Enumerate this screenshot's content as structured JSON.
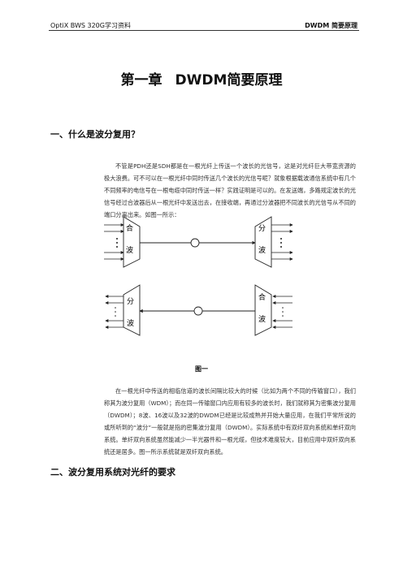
{
  "header": {
    "left": "OptiX BWS 320G学习资料",
    "right": "DWDM 简要原理"
  },
  "chapter": {
    "number": "第一章",
    "title": "DWDM简要原理"
  },
  "sections": [
    {
      "title": "一、什么是波分复用？"
    },
    {
      "title": "二、波分复用系统对光纤的要求"
    }
  ],
  "paragraphs": [
    "不管是PDH还是SDH都是在一根光纤上传送一个波长的光信号，这是对光纤巨大带宽资源的极大浪费。可不可以在一根光纤中同时传送几个波长的光信号呢？就象根据载波通信系统中有几个不同频率的电信号在一根电缆中同时传送一样？实践证明是可以的。在发送端，多路规定波长的光信号经过合波器后从一根光纤中发送出去，在接收端，再通过分波器把不同波长的光信号从不同的端口分离出来。如图一所示：",
    "在一根光纤中传送的相临信道的波长间隔比较大的时候（比如为两个不同的传输窗口），我们称其为波分复用（WDM）；而在同一传输窗口内应用有较多的波长时，我们就称其为密集波分复用（DWDM）；8波、16波以及32波的DWDM已经是比较成熟并开始大量应用，在我们平常所说的或所听到的“波分”一般就是指的密集波分复用（DWDM）。实际系统中有双纤双向系统和单纤双向系统。单纤双向系统虽然能减少一半光器件和一根光缆，但技术难度较大，目前应用中双纤双向系统还是居多。图一所示系统就是双纤双向系统。"
  ],
  "figure": {
    "caption": "图一",
    "blocks": {
      "top_left": [
        "合",
        "波"
      ],
      "top_right": [
        "分",
        "波"
      ],
      "bottom_left": [
        "分",
        "波"
      ],
      "bottom_right": [
        "合",
        "波"
      ]
    }
  }
}
